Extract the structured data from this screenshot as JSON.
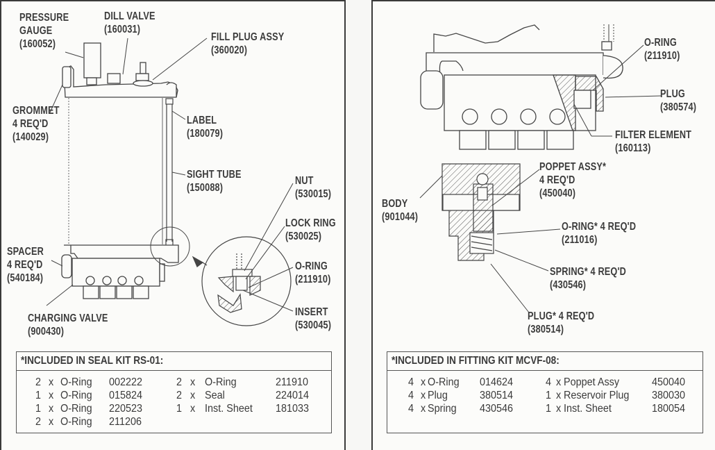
{
  "left_panel": {
    "callouts": {
      "pressure_gauge": [
        "PRESSURE",
        "GAUGE",
        "(160052)"
      ],
      "dill_valve": [
        "DILL VALVE",
        "(160031)"
      ],
      "fill_plug_assy": [
        "FILL PLUG ASSY",
        "(360020)"
      ],
      "grommet": [
        "GROMMET",
        "4 REQ'D",
        "(140029)"
      ],
      "label": [
        "LABEL",
        "(180079)"
      ],
      "sight_tube": [
        "SIGHT TUBE",
        "(150088)"
      ],
      "nut": [
        "NUT",
        "(530015)"
      ],
      "lock_ring": [
        "LOCK RING",
        "(530025)"
      ],
      "o_ring": [
        "O-RING",
        "(211910)"
      ],
      "insert": [
        "INSERT",
        "(530045)"
      ],
      "spacer": [
        "SPACER",
        "4 REQ'D",
        "(540184)"
      ],
      "charging_valve": [
        "CHARGING VALVE",
        "(900430)"
      ]
    },
    "kit": {
      "title": "*INCLUDED IN SEAL KIT RS-01:",
      "items": [
        {
          "qty": "2",
          "x": "x",
          "name": "O-Ring",
          "part": "002222"
        },
        {
          "qty": "1",
          "x": "x",
          "name": "O-Ring",
          "part": "015824"
        },
        {
          "qty": "1",
          "x": "x",
          "name": "O-Ring",
          "part": "220523"
        },
        {
          "qty": "2",
          "x": "x",
          "name": "O-Ring",
          "part": "211206"
        },
        {
          "qty": "2",
          "x": "x",
          "name": "O-Ring",
          "part": "211910"
        },
        {
          "qty": "2",
          "x": "x",
          "name": "Seal",
          "part": "224014"
        },
        {
          "qty": "1",
          "x": "x",
          "name": "Inst. Sheet",
          "part": "181033"
        }
      ]
    }
  },
  "right_panel": {
    "callouts": {
      "o_ring_top": [
        "O-RING",
        "(211910)"
      ],
      "plug": [
        "PLUG",
        "(380574)"
      ],
      "filter_element": [
        "FILTER ELEMENT",
        "(160113)"
      ],
      "poppet_assy": [
        "POPPET ASSY*",
        "4 REQ'D",
        "(450040)"
      ],
      "body": [
        "BODY",
        "(901044)"
      ],
      "o_ring_star": [
        "O-RING* 4 REQ'D",
        "(211016)"
      ],
      "spring": [
        "SPRING* 4 REQ'D",
        "(430546)"
      ],
      "plug_star": [
        "PLUG* 4 REQ'D",
        "(380514)"
      ]
    },
    "kit": {
      "title": "*INCLUDED IN FITTING KIT MCVF-08:",
      "items": [
        {
          "qty": "4",
          "x": "x",
          "name": "O-Ring",
          "part": "014624"
        },
        {
          "qty": "4",
          "x": "x",
          "name": "Plug",
          "part": "380514"
        },
        {
          "qty": "4",
          "x": "x",
          "name": "Spring",
          "part": "430546"
        },
        {
          "qty": "4",
          "x": "x",
          "name": "Poppet Assy",
          "part": "450040"
        },
        {
          "qty": "1",
          "x": "x",
          "name": "Reservoir Plug",
          "part": "380030"
        },
        {
          "qty": "1",
          "x": "x",
          "name": "Inst. Sheet",
          "part": "180054"
        }
      ]
    }
  }
}
